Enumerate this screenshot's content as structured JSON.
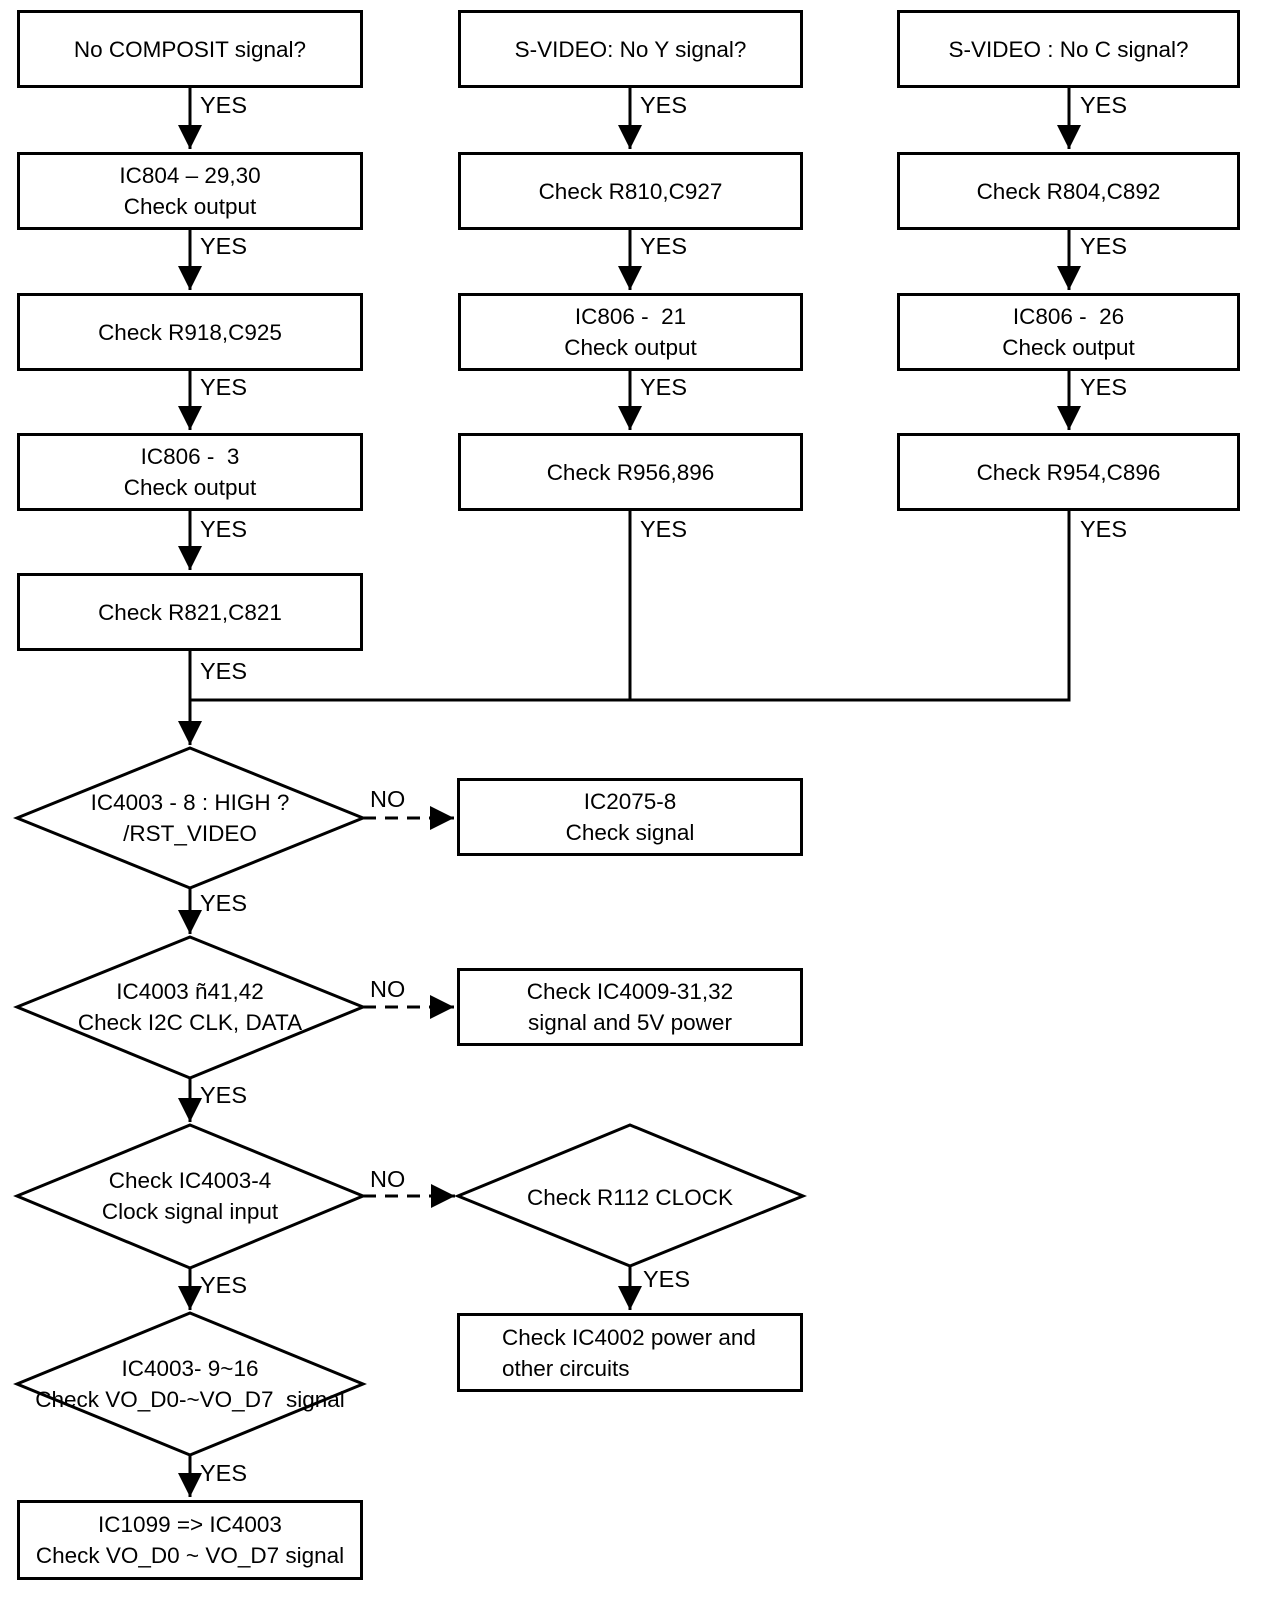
{
  "edge_labels": {
    "yes": "YES",
    "no": "NO"
  },
  "colors": {
    "line": "#000000",
    "background": "#ffffff"
  },
  "nodes": {
    "no_composit": "No COMPOSIT signal?",
    "svideo_no_y": "S-VIDEO: No Y signal?",
    "svideo_no_c": "S-VIDEO : No C signal?",
    "ic804_out": "IC804 – 29,30\nCheck output",
    "check_r810_c927": "Check R810,C927",
    "check_r804_c892": "Check R804,C892",
    "check_r918_c925": "Check R918,C925",
    "ic806_21_out": "IC806 -  21\nCheck output",
    "ic806_26_out": "IC806 -  26\nCheck output",
    "ic806_3_out": "IC806 -  3\nCheck output",
    "check_r956_896": "Check R956,896",
    "check_r954_c896": "Check R954,C896",
    "check_r821_c821": "Check R821,C821",
    "d_rst_video": "IC4003 - 8 : HIGH ?\n/RST_VIDEO",
    "ic2075_signal": "IC2075-8\nCheck signal",
    "d_i2c": "IC4003 ñ41,42\nCheck I2C CLK, DATA",
    "check_ic4009": "Check IC4009-31,32\nsignal and 5V power",
    "d_clock_in": "Check IC4003-4\nClock signal input",
    "d_r112_clock": "Check R112 CLOCK",
    "check_ic4002": "Check IC4002 power and\nother circuits",
    "d_vo_data": "IC4003- 9~16\nCheck VO_D0-~VO_D7  signal",
    "ic1099_final": "IC1099 => IC4003\nCheck VO_D0 ~ VO_D7 signal"
  },
  "edges": [
    {
      "from": "no_composit",
      "to": "ic804_out",
      "label": "YES"
    },
    {
      "from": "ic804_out",
      "to": "check_r918_c925",
      "label": "YES"
    },
    {
      "from": "check_r918_c925",
      "to": "ic806_3_out",
      "label": "YES"
    },
    {
      "from": "ic806_3_out",
      "to": "check_r821_c821",
      "label": "YES"
    },
    {
      "from": "check_r821_c821",
      "to": "d_rst_video",
      "label": "YES"
    },
    {
      "from": "svideo_no_y",
      "to": "check_r810_c927",
      "label": "YES"
    },
    {
      "from": "check_r810_c927",
      "to": "ic806_21_out",
      "label": "YES"
    },
    {
      "from": "ic806_21_out",
      "to": "check_r956_896",
      "label": "YES"
    },
    {
      "from": "check_r956_896",
      "to": "d_rst_video",
      "label": "YES"
    },
    {
      "from": "svideo_no_c",
      "to": "check_r804_c892",
      "label": "YES"
    },
    {
      "from": "check_r804_c892",
      "to": "ic806_26_out",
      "label": "YES"
    },
    {
      "from": "ic806_26_out",
      "to": "check_r954_c896",
      "label": "YES"
    },
    {
      "from": "check_r954_c896",
      "to": "d_rst_video",
      "label": "YES"
    },
    {
      "from": "d_rst_video",
      "to": "ic2075_signal",
      "label": "NO"
    },
    {
      "from": "d_rst_video",
      "to": "d_i2c",
      "label": "YES"
    },
    {
      "from": "d_i2c",
      "to": "check_ic4009",
      "label": "NO"
    },
    {
      "from": "d_i2c",
      "to": "d_clock_in",
      "label": "YES"
    },
    {
      "from": "d_clock_in",
      "to": "d_r112_clock",
      "label": "NO"
    },
    {
      "from": "d_clock_in",
      "to": "d_vo_data",
      "label": "YES"
    },
    {
      "from": "d_r112_clock",
      "to": "check_ic4002",
      "label": "YES"
    },
    {
      "from": "d_vo_data",
      "to": "ic1099_final",
      "label": "YES"
    }
  ]
}
